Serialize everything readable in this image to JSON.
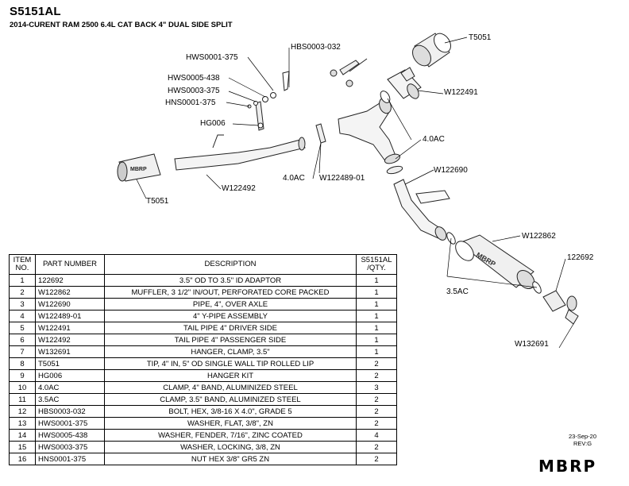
{
  "header": {
    "title": "S5151AL",
    "subtitle": "2014-CURENT RAM 2500 6.4L CAT BACK 4\" DUAL SIDE SPLIT"
  },
  "callouts": {
    "t5051_top": "T5051",
    "hbs0003_032": "HBS0003-032",
    "hws0001_375": "HWS0001-375",
    "hws0005_438": "HWS0005-438",
    "hws0003_375": "HWS0003-375",
    "hns0001_375": "HNS0001-375",
    "hg006": "HG006",
    "w122491": "W122491",
    "ac40_right": "4.0AC",
    "ac40_left": "4.0AC",
    "w122489_01": "W122489-01",
    "w122690": "W122690",
    "w122492": "W122492",
    "t5051_left": "T5051",
    "w122862": "W122862",
    "p122692": "122692",
    "ac35": "3.5AC",
    "w132691": "W132691"
  },
  "bom": {
    "headers": {
      "item": "ITEM NO.",
      "part": "PART NUMBER",
      "desc": "DESCRIPTION",
      "qty": "S5151AL /QTY."
    },
    "rows": [
      {
        "item": "1",
        "part": "122692",
        "desc": "3.5\" OD TO 3.5\" ID ADAPTOR",
        "qty": "1"
      },
      {
        "item": "2",
        "part": "W122862",
        "desc": "MUFFLER, 3 1/2\" IN/OUT, PERFORATED CORE PACKED",
        "qty": "1"
      },
      {
        "item": "3",
        "part": "W122690",
        "desc": "PIPE, 4\", OVER AXLE",
        "qty": "1"
      },
      {
        "item": "4",
        "part": "W122489-01",
        "desc": "4\" Y-PIPE ASSEMBLY",
        "qty": "1"
      },
      {
        "item": "5",
        "part": "W122491",
        "desc": "TAIL PIPE 4\" DRIVER SIDE",
        "qty": "1"
      },
      {
        "item": "6",
        "part": "W122492",
        "desc": "TAIL PIPE 4\" PASSENGER SIDE",
        "qty": "1"
      },
      {
        "item": "7",
        "part": "W132691",
        "desc": "HANGER, CLAMP, 3.5\"",
        "qty": "1"
      },
      {
        "item": "8",
        "part": "T5051",
        "desc": "TIP, 4\" IN, 5\" OD SINGLE WALL TIP ROLLED LIP",
        "qty": "2"
      },
      {
        "item": "9",
        "part": "HG006",
        "desc": "HANGER KIT",
        "qty": "2"
      },
      {
        "item": "10",
        "part": "4.0AC",
        "desc": "CLAMP, 4\" BAND, ALUMINIZED STEEL",
        "qty": "3"
      },
      {
        "item": "11",
        "part": "3.5AC",
        "desc": "CLAMP, 3.5\" BAND, ALUMINIZED STEEL",
        "qty": "2"
      },
      {
        "item": "12",
        "part": "HBS0003-032",
        "desc": "BOLT, HEX, 3/8-16 X 4.0\", GRADE 5",
        "qty": "2"
      },
      {
        "item": "13",
        "part": "HWS0001-375",
        "desc": "WASHER, FLAT, 3/8\", ZN",
        "qty": "2"
      },
      {
        "item": "14",
        "part": "HWS0005-438",
        "desc": "WASHER, FENDER, 7/16\", ZINC COATED",
        "qty": "4"
      },
      {
        "item": "15",
        "part": "HWS0003-375",
        "desc": "WASHER, LOCKING, 3/8, ZN",
        "qty": "2"
      },
      {
        "item": "16",
        "part": "HNS0001-375",
        "desc": "NUT HEX 3/8\" GR5 ZN",
        "qty": "2"
      }
    ]
  },
  "footer": {
    "date": "23-Sep-20",
    "rev": "REV:G",
    "logo": "MBRP"
  }
}
